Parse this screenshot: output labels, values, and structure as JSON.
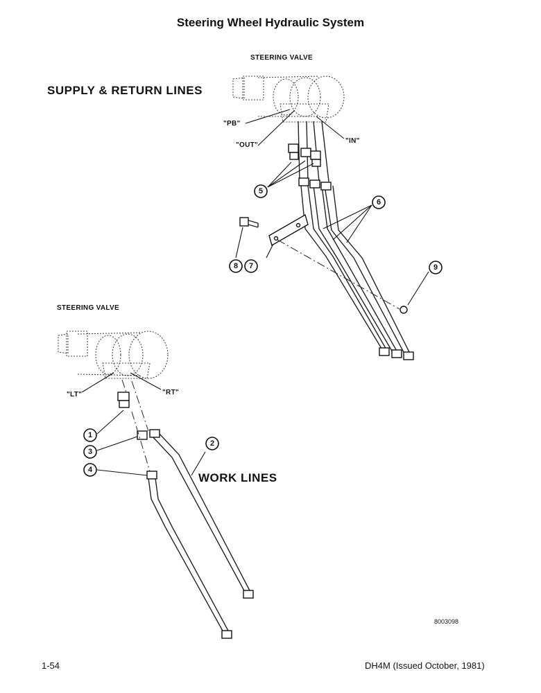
{
  "title": "Steering Wheel Hydraulic System",
  "sections": {
    "supply_return": {
      "heading": "SUPPLY & RETURN LINES",
      "valve_label": "STEERING VALVE",
      "ports": {
        "pb": "\"PB\"",
        "out": "\"OUT\"",
        "in": "\"IN\""
      }
    },
    "work_lines": {
      "heading": "WORK LINES",
      "valve_label": "STEERING VALVE",
      "ports": {
        "lt": "\"LT\"",
        "rt": "\"RT\""
      }
    }
  },
  "callouts": [
    "1",
    "2",
    "3",
    "4",
    "5",
    "6",
    "7",
    "8",
    "9"
  ],
  "figure_number": "8003098",
  "footer": {
    "page": "1-54",
    "doc": "DH4M (Issued October, 1981)"
  }
}
